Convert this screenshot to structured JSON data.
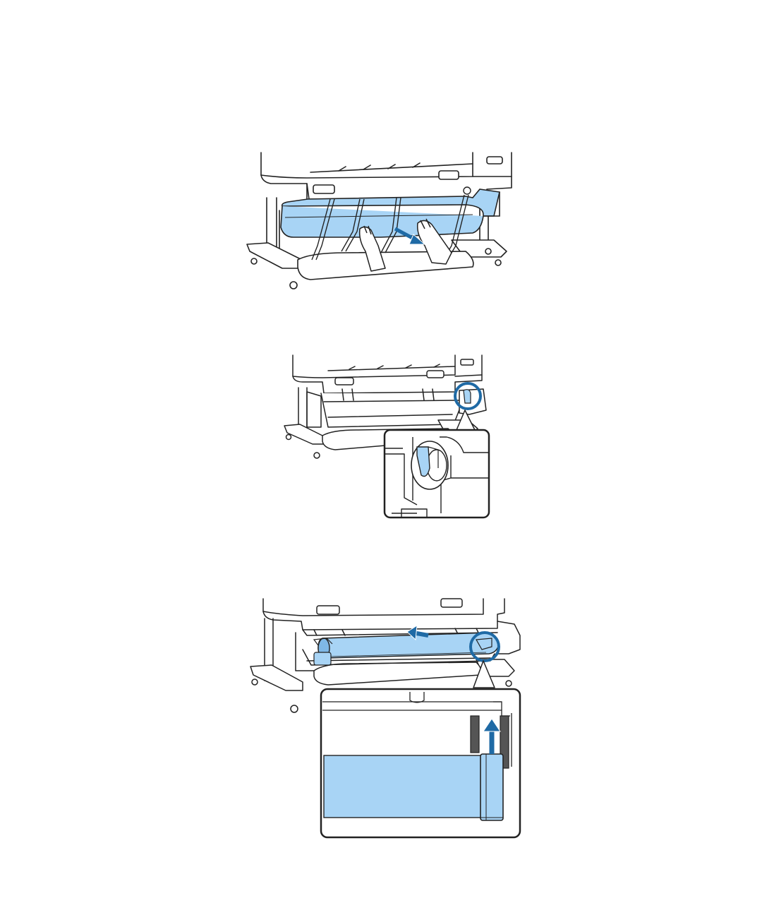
{
  "page": {
    "background": "#ffffff"
  },
  "colors": {
    "paper_blue": "#a8d4f5",
    "paper_blue_dark": "#7fb8e6",
    "accent_blue": "#1f6aa5",
    "line": "#222222",
    "white": "#ffffff",
    "gray_dark": "#555555"
  },
  "figures": [
    {
      "id": "fig-remove-basket",
      "icons": [
        "printer-icon",
        "hands-icon",
        "pull-arrow-icon"
      ]
    },
    {
      "id": "fig-roll-holder-lever",
      "icons": [
        "printer-icon",
        "highlight-circle-icon",
        "callout-lever-icon"
      ]
    },
    {
      "id": "fig-load-roll-core",
      "icons": [
        "printer-icon",
        "push-arrow-icon",
        "highlight-circle-icon",
        "callout-up-arrow-icon"
      ]
    }
  ]
}
